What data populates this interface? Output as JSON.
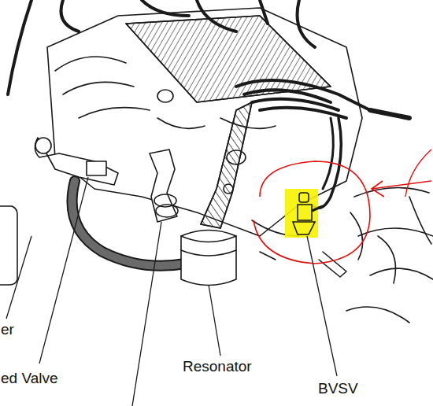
{
  "diagram": {
    "labels": [
      "er",
      "ed Valve",
      "Resonator",
      "BVSV"
    ]
  }
}
